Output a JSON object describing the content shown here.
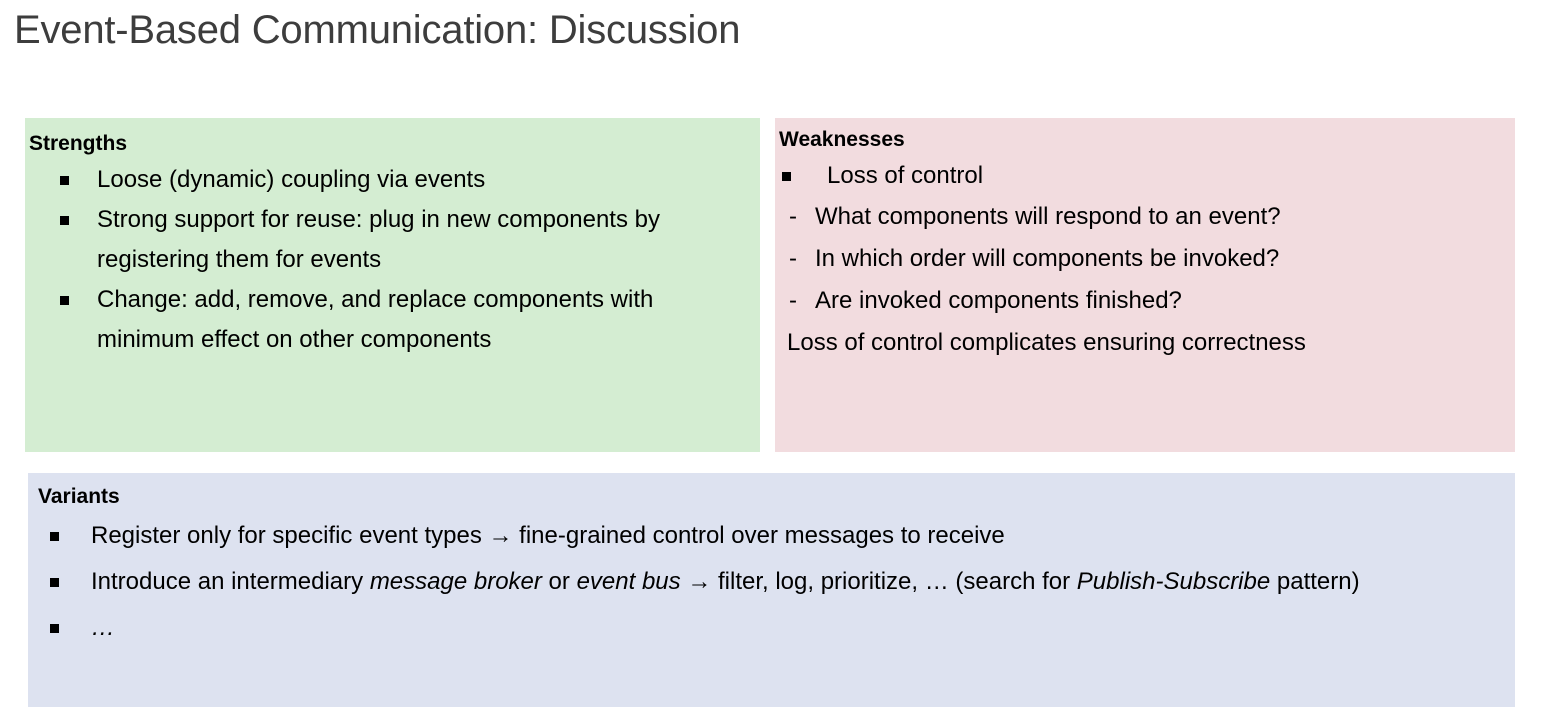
{
  "slide": {
    "title": "Event-Based Communication: Discussion",
    "colors": {
      "title_text": "#3d3d3d",
      "strengths_bg": "#d4edd2",
      "weaknesses_bg": "#f2dcdf",
      "variants_bg": "#dde2f0",
      "text": "#000000",
      "page_bg": "#ffffff"
    }
  },
  "strengths": {
    "heading": "Strengths",
    "items": [
      "Loose (dynamic) coupling via events",
      "Strong support for reuse:  plug in new components by registering them for events",
      "Change: add, remove, and replace components with minimum effect on other components"
    ]
  },
  "weaknesses": {
    "heading": "Weaknesses",
    "items": [
      "Loss of control"
    ],
    "subitems": [
      "What components will respond to an event?",
      "In which order will components be invoked?",
      "Are invoked components finished?"
    ],
    "note": "Loss of control complicates ensuring correctness"
  },
  "variants": {
    "heading": "Variants",
    "item1": "Register only for specific event types → fine-grained control over messages to receive",
    "item2": {
      "part1": "Introduce an intermediary ",
      "em1": "message broker",
      "part2": " or ",
      "em2": "event bus",
      "part3": " → filter, log, prioritize, … (search for ",
      "em3": "Publish-Subscribe",
      "part4": " pattern)"
    },
    "item3": "…"
  }
}
